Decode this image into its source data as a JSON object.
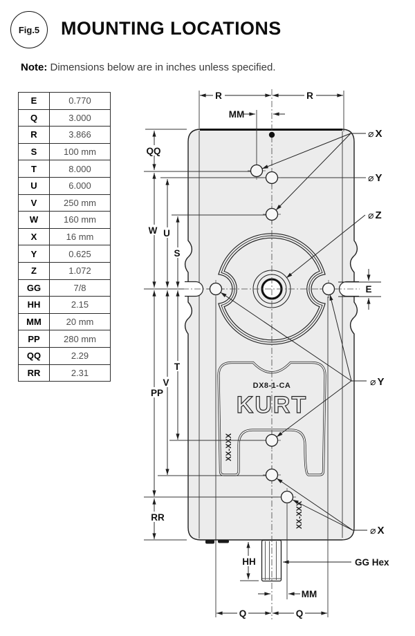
{
  "figure": {
    "badge": "Fig.5",
    "title": "MOUNTING LOCATIONS"
  },
  "note": {
    "bold": "Note:",
    "text": " Dimensions below are in inches unless specified."
  },
  "table": {
    "rows": [
      [
        "E",
        "0.770"
      ],
      [
        "Q",
        "3.000"
      ],
      [
        "R",
        "3.866"
      ],
      [
        "S",
        "100 mm"
      ],
      [
        "T",
        "8.000"
      ],
      [
        "U",
        "6.000"
      ],
      [
        "V",
        "250 mm"
      ],
      [
        "W",
        "160 mm"
      ],
      [
        "X",
        "16 mm"
      ],
      [
        "Y",
        "0.625"
      ],
      [
        "Z",
        "1.072"
      ],
      [
        "GG",
        "7/8"
      ],
      [
        "HH",
        "2.15"
      ],
      [
        "MM",
        "20 mm"
      ],
      [
        "PP",
        "280 mm"
      ],
      [
        "QQ",
        "2.29"
      ],
      [
        "RR",
        "2.31"
      ]
    ]
  },
  "drawing": {
    "labels": {
      "r": "R",
      "mm": "MM",
      "qq": "QQ",
      "w": "W",
      "u": "U",
      "s": "S",
      "t": "T",
      "v": "V",
      "pp": "PP",
      "rr": "RR",
      "e": "E",
      "hh": "HH",
      "q": "Q",
      "gg_hex": "GG Hex",
      "dia": "⌀",
      "x": "X",
      "y": "Y",
      "z": "Z"
    },
    "part_number": "DX8-1-CA",
    "brand": "KURT",
    "stamp": "XX-XXX"
  },
  "colors": {
    "body_fill": "#ececec",
    "line": "#1f1f1f",
    "background": "#ffffff"
  }
}
